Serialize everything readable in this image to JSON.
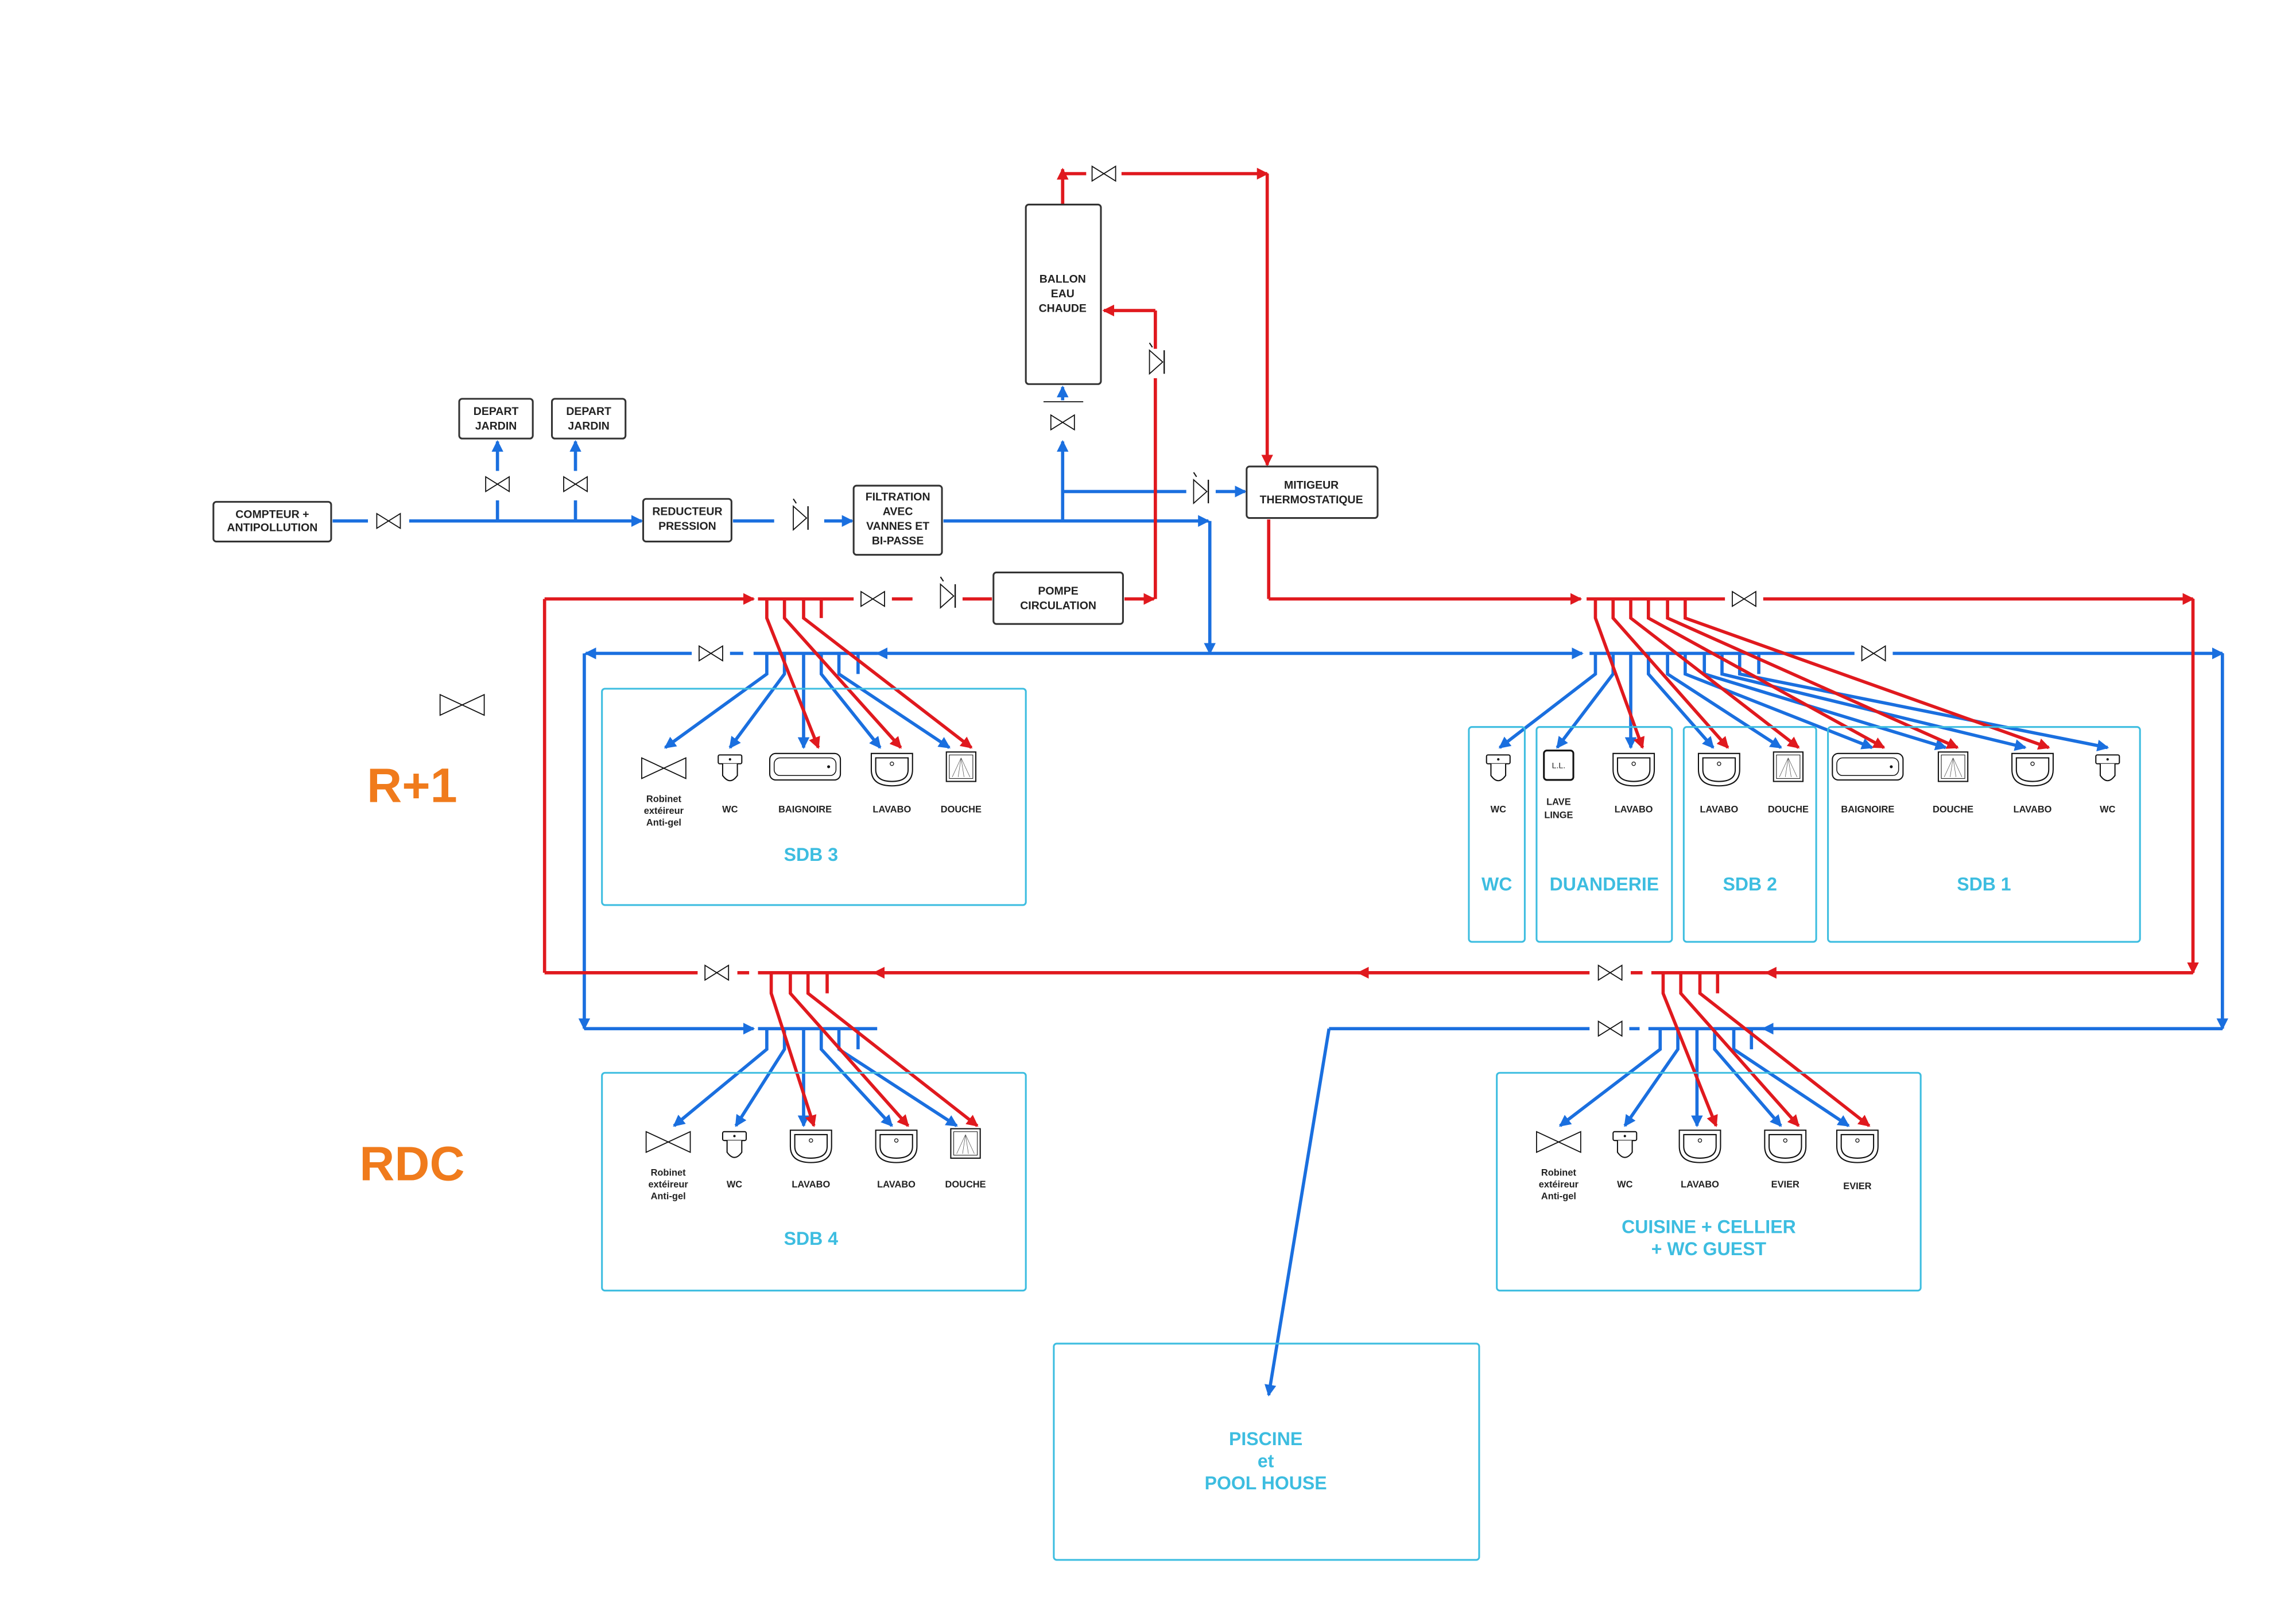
{
  "colors": {
    "hot_water": "#e0191e",
    "cold_water": "#1a6fdf",
    "room_outline": "#3dbde0",
    "level_label": "#f07b1c",
    "text": "#222222"
  },
  "levels": {
    "upper": "R+1",
    "ground": "RDC"
  },
  "equipment": {
    "compteur": [
      "COMPTEUR +",
      "ANTIPOLLUTION"
    ],
    "depart_jardin_1": [
      "DEPART",
      "JARDIN"
    ],
    "depart_jardin_2": [
      "DEPART",
      "JARDIN"
    ],
    "reducteur": [
      "REDUCTEUR",
      "PRESSION"
    ],
    "filtration": [
      "FILTRATION",
      "AVEC",
      "VANNES ET",
      "BI-PASSE"
    ],
    "ballon": [
      "BALLON",
      "EAU",
      "CHAUDE"
    ],
    "mitigeur": [
      "MITIGEUR",
      "THERMOSTATIQUE"
    ],
    "pompe": [
      "POMPE",
      "CIRCULATION"
    ]
  },
  "rooms": {
    "sdb3": {
      "name": "SDB 3",
      "fixtures": [
        {
          "type": "robinet",
          "label": [
            "Robinet",
            "extéireur",
            "Anti-gel"
          ]
        },
        {
          "type": "wc",
          "label": [
            "WC"
          ]
        },
        {
          "type": "baignoire",
          "label": [
            "BAIGNOIRE"
          ]
        },
        {
          "type": "lavabo",
          "label": [
            "LAVABO"
          ]
        },
        {
          "type": "douche",
          "label": [
            "DOUCHE"
          ]
        }
      ]
    },
    "wc": {
      "name": "WC",
      "fixtures": [
        {
          "type": "wc",
          "label": [
            "WC"
          ]
        }
      ]
    },
    "duanderie": {
      "name": "DUANDERIE",
      "fixtures": [
        {
          "type": "lave-linge",
          "label": [
            "LAVE",
            "LINGE"
          ],
          "icon_text": "L.L."
        },
        {
          "type": "lavabo",
          "label": [
            "LAVABO"
          ]
        }
      ]
    },
    "sdb2": {
      "name": "SDB 2",
      "fixtures": [
        {
          "type": "lavabo",
          "label": [
            "LAVABO"
          ]
        },
        {
          "type": "douche",
          "label": [
            "DOUCHE"
          ]
        }
      ]
    },
    "sdb1": {
      "name": "SDB 1",
      "fixtures": [
        {
          "type": "baignoire",
          "label": [
            "BAIGNOIRE"
          ]
        },
        {
          "type": "douche",
          "label": [
            "DOUCHE"
          ]
        },
        {
          "type": "lavabo",
          "label": [
            "LAVABO"
          ]
        },
        {
          "type": "wc",
          "label": [
            "WC"
          ]
        }
      ]
    },
    "sdb4": {
      "name": "SDB 4",
      "fixtures": [
        {
          "type": "robinet",
          "label": [
            "Robinet",
            "extéireur",
            "Anti-gel"
          ]
        },
        {
          "type": "wc",
          "label": [
            "WC"
          ]
        },
        {
          "type": "lavabo",
          "label": [
            "LAVABO"
          ]
        },
        {
          "type": "lavabo",
          "label": [
            "LAVABO"
          ]
        },
        {
          "type": "douche",
          "label": [
            "DOUCHE"
          ]
        }
      ]
    },
    "cuisine": {
      "name": [
        "CUISINE + CELLIER",
        "+ WC GUEST"
      ],
      "fixtures": [
        {
          "type": "robinet",
          "label": [
            "Robinet",
            "extéireur",
            "Anti-gel"
          ]
        },
        {
          "type": "wc",
          "label": [
            "WC"
          ]
        },
        {
          "type": "lavabo",
          "label": [
            "LAVABO"
          ]
        },
        {
          "type": "evier",
          "label": [
            "EVIER"
          ]
        },
        {
          "type": "evier",
          "label": [
            "EVIER"
          ]
        }
      ]
    },
    "piscine": {
      "name": [
        "PISCINE",
        "et",
        "POOL HOUSE"
      ]
    }
  }
}
